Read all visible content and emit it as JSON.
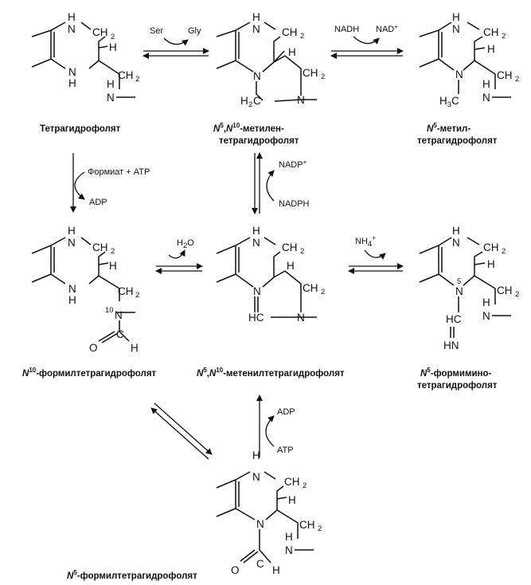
{
  "molecules": {
    "thf": {
      "name": "Тетрагидрофолят"
    },
    "methylene": {
      "name_line1": "-метилен-",
      "name_line2": "тетрагидрофолят",
      "n5": "N",
      "n5_sup": "5",
      "n10": "N",
      "n10_sup": "10"
    },
    "methyl": {
      "name_line1": "-метил-",
      "name_line2": "тетрагидрофолят",
      "n5": "N",
      "n5_sup": "5",
      "methyl_group": "H",
      "methyl_group_sub": "3",
      "methyl_group_c": "C"
    },
    "formyl10": {
      "name": "-формилтетрагидрофолят",
      "n10": "N",
      "n10_sup": "10",
      "locant": "10"
    },
    "methenyl": {
      "name": "-метенилтетрагидрофолят",
      "n5": "N",
      "n5_sup": "5",
      "n10": "N",
      "n10_sup": "10"
    },
    "formimino": {
      "name_line1": "-формимино-",
      "name_line2": "тетрагидрофолят",
      "n5": "N",
      "n5_sup": "5",
      "locant": "5",
      "hc": "HC",
      "hn": "HN"
    },
    "formyl5": {
      "name": "-формилтетрагидрофолят",
      "n5": "N",
      "n5_sup": "5"
    }
  },
  "atoms": {
    "H": "H",
    "N": "N",
    "C": "C",
    "O": "O",
    "CH": "CH",
    "sub2": "2",
    "HC": "HC",
    "H2C_h": "H",
    "H2C_c": "C"
  },
  "reagents": {
    "ser": "Ser",
    "gly": "Gly",
    "nadh": "NADH",
    "nad": "NAD",
    "nad_sup": "+",
    "formate_atp": "Формиат + ATP",
    "adp1": "ADP",
    "nadp": "NADP",
    "nadp_sup": "+",
    "nadph": "NADPH",
    "h2o": "H",
    "h2o_sub": "2",
    "h2o_o": "O",
    "nh4": "NH",
    "nh4_sub": "4",
    "nh4_sup": "+",
    "adp2": "ADP",
    "atp2": "ATP"
  }
}
